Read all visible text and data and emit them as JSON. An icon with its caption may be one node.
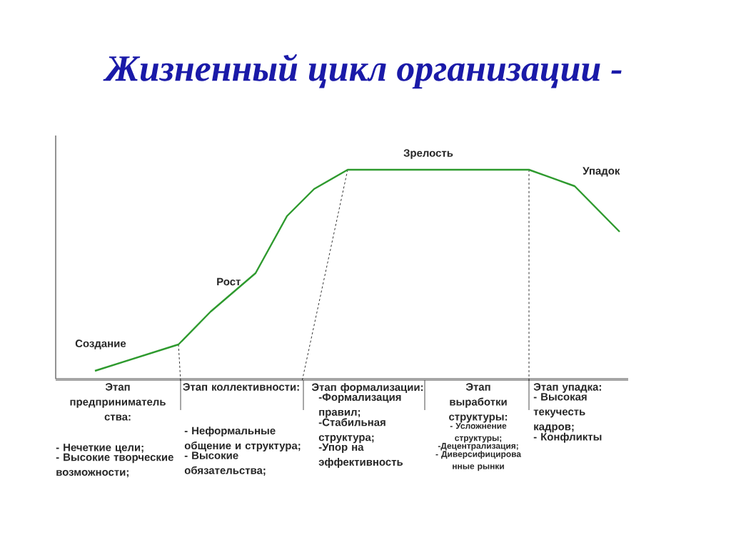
{
  "diagram": {
    "title": "Жизненный цикл организации -",
    "labels": [
      "Создание",
      "Рост",
      "Зрелость",
      "Упадок",
      "Этап предприниматель ства:",
      "- Нечеткие цели;",
      "- Высокие творческие возможности;",
      "Этап коллективности:",
      "- Неформальные общение и структура;",
      "- Высокие обязательства;",
      "Этап формализации:",
      "-Формализация правил;",
      "-Стабильная структура;",
      "-Упор на эффективность",
      "Этап выработки структуры:",
      "- Усложнение структуры;",
      "-Децентрализация;",
      "- Диверсифицирова нные рынки",
      "Этап упадка:",
      "- Высокая текучесть кадров;",
      "- Конфликты"
    ]
  }
}
